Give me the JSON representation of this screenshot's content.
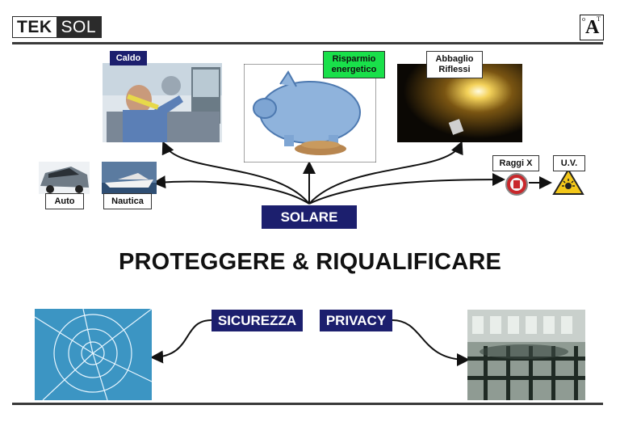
{
  "header": {
    "logo_left": "TEK",
    "logo_right": "SOL",
    "mark_main": "A",
    "mark_small_left": "o",
    "mark_small_right": "T"
  },
  "labels": {
    "caldo": "Caldo",
    "risparmio": "Risparmio energetico",
    "abbaglio": "Abbaglio Riflessi",
    "raggi_x": "Raggi X",
    "uv": "U.V.",
    "auto": "Auto",
    "nautica": "Nautica",
    "solare": "SOLARE",
    "sicurezza": "SICUREZZA",
    "privacy": "PRIVACY"
  },
  "title": "PROTEGGERE & RIQUALIFICARE",
  "colors": {
    "navy": "#1c1f6e",
    "green": "#19e04a",
    "rule": "#3a3a3a"
  }
}
